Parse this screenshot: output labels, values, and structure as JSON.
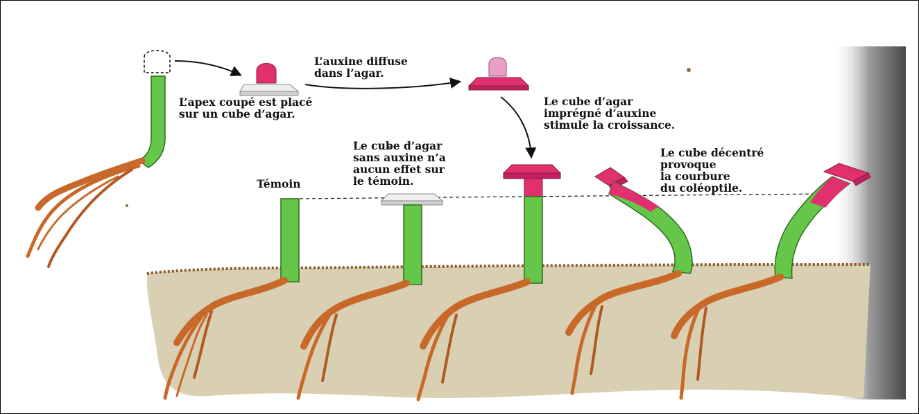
{
  "labels": {
    "apex": "L’apex coupé est placé\nsur un cube d’agar.",
    "diffuse": "L’auxine diffuse\ndans l’agar.",
    "cube_impregne": "Le cube d’agar\nimprégné d’auxine\nstimule la croissance.",
    "cube_sans": "Le cube d’agar\nsans auxine n’a\naucun effet sur\nle témoin.",
    "temoin": "Témoin",
    "decentre": "Le cube décentré\nprovoque\nla courbure\ndu coléoptile."
  },
  "colors": {
    "stem_green": "#66c64a",
    "auxin_pink": "#e0306e",
    "agar_gray": "#dcdcdc",
    "soil": "#d9cfb2",
    "root": "#c8692a"
  }
}
